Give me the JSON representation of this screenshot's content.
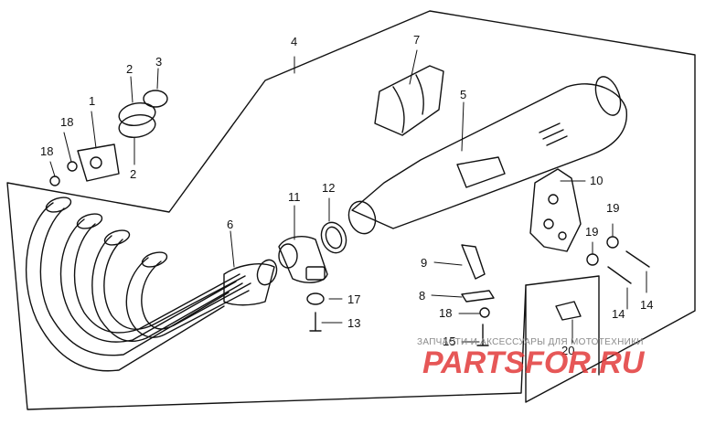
{
  "diagram": {
    "part_numbers": {
      "p1": "1",
      "p2a": "2",
      "p2b": "2",
      "p3": "3",
      "p4": "4",
      "p5": "5",
      "p6": "6",
      "p7": "7",
      "p8": "8",
      "p9": "9",
      "p10": "10",
      "p11": "11",
      "p12": "12",
      "p13": "13",
      "p14a": "14",
      "p14b": "14",
      "p15": "15",
      "p17": "17",
      "p18a": "18",
      "p18b": "18",
      "p18c": "18",
      "p19a": "19",
      "p19b": "19",
      "p20": "20"
    }
  },
  "watermark": {
    "caption": "ЗАПЧАСТИ И АКСЕССУАРЫ ДЛЯ МОТОТЕХНИКИ",
    "brand": "PARTSFOR.RU"
  }
}
